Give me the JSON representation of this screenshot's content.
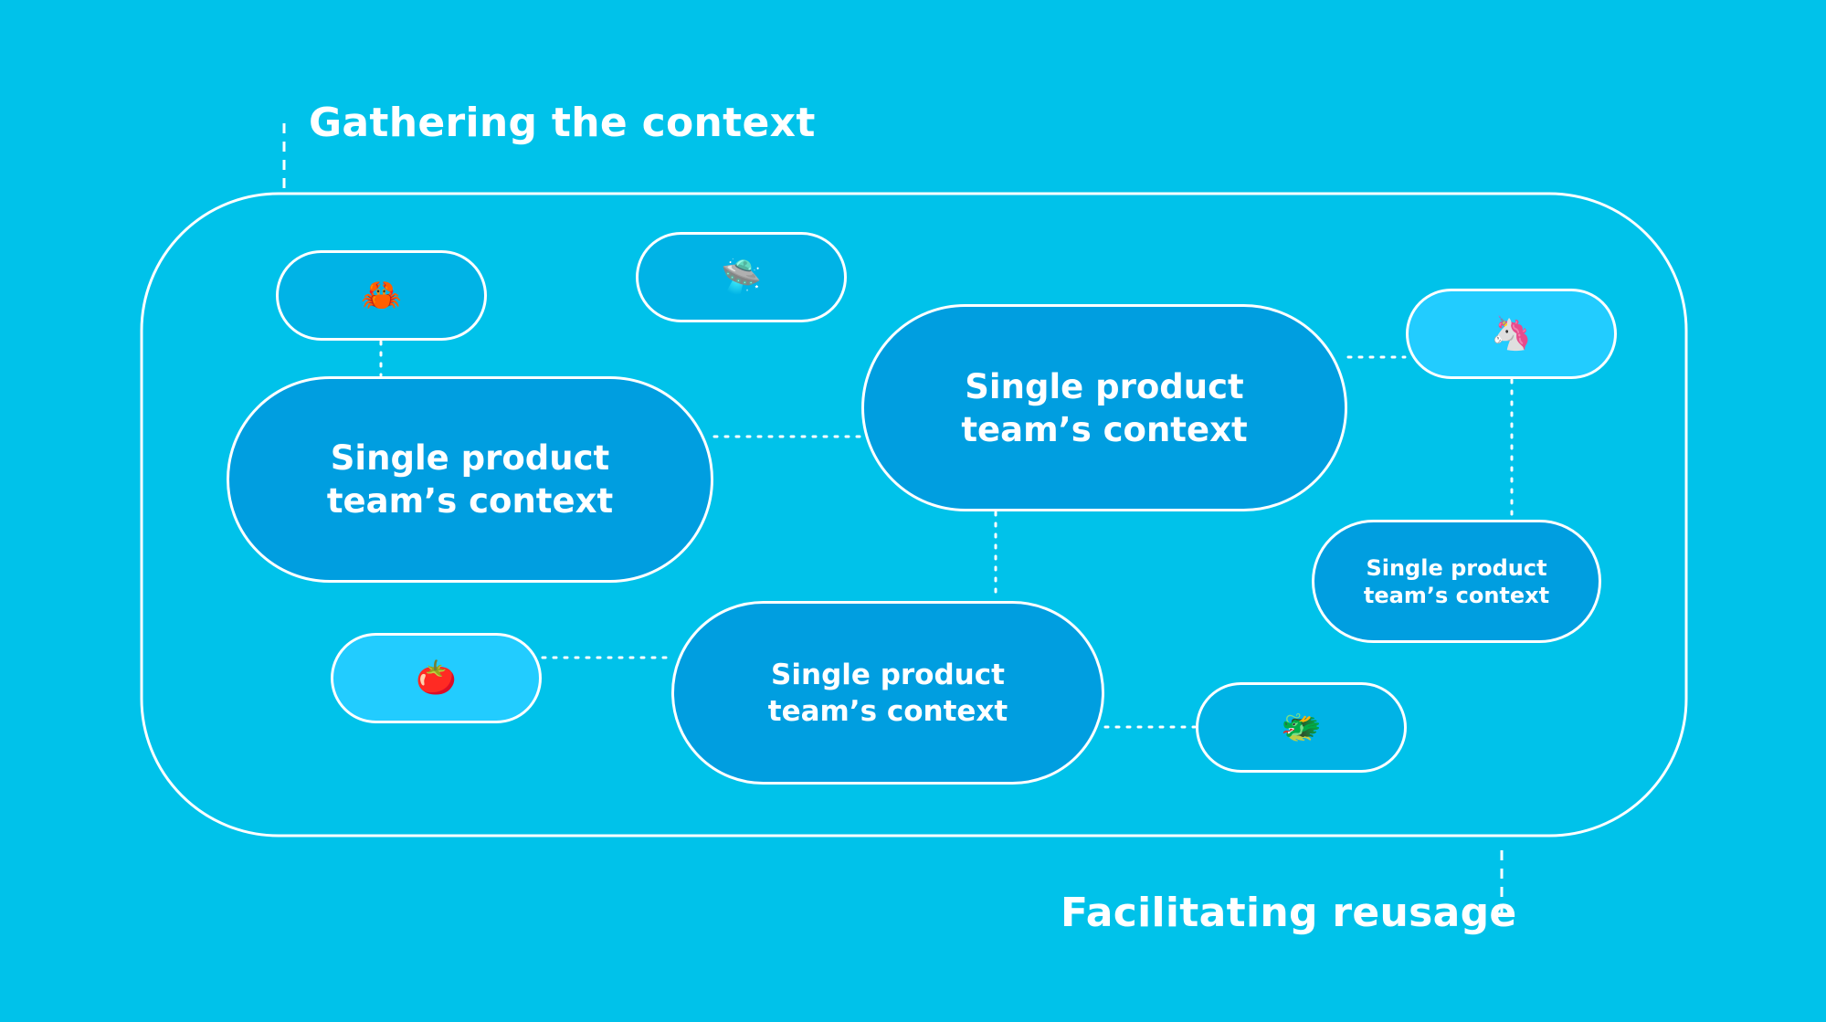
{
  "labels": {
    "top": "Gathering the context",
    "bottom": "Facilitating reusage"
  },
  "teams": [
    {
      "id": "team-a",
      "text": "Single product\nteam’s context"
    },
    {
      "id": "team-b",
      "text": "Single product\nteam’s context"
    },
    {
      "id": "team-c",
      "text": "Single product\nteam’s context"
    },
    {
      "id": "team-d",
      "text": "Single product\nteam’s context"
    }
  ],
  "icons": {
    "crab": {
      "glyph": "🦀",
      "name": "crab-icon"
    },
    "ufo": {
      "glyph": "🛸",
      "name": "ufo-icon"
    },
    "unicorn": {
      "glyph": "🦄",
      "name": "unicorn-icon"
    },
    "tomato": {
      "glyph": "🍅",
      "name": "tomato-icon"
    },
    "dragon": {
      "glyph": "🐲",
      "name": "dragon-icon"
    }
  },
  "colors": {
    "background": "#00C2EA",
    "team_fill": "#009EE0",
    "emoji_fill": "#00B3E6",
    "emoji_fill_light": "#22CCFF",
    "stroke": "#FFFFFF"
  }
}
